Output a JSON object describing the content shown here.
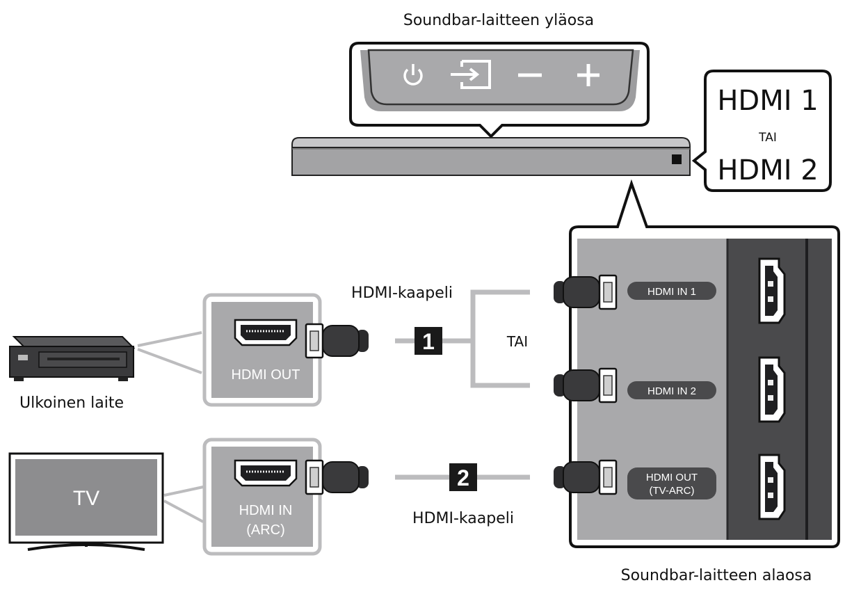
{
  "top_title": "Soundbar-laitteen yläosa",
  "bottom_title": "Soundbar-laitteen alaosa",
  "hdmi_callout": {
    "line1": "HDMI 1",
    "or": "TAI",
    "line2": "HDMI 2"
  },
  "soundbar_buttons": [
    "power-icon",
    "source-icon",
    "minus-icon",
    "plus-icon"
  ],
  "external_device": {
    "caption": "Ulkoinen laite",
    "port": "HDMI OUT"
  },
  "tv": {
    "screen": "TV",
    "port_line1": "HDMI IN",
    "port_line2": "(ARC)"
  },
  "connection1": {
    "number": "1",
    "cable_label": "HDMI-kaapeli",
    "or": "TAI"
  },
  "connection2": {
    "number": "2",
    "cable_label": "HDMI-kaapeli"
  },
  "soundbar_ports": {
    "in1": "HDMI IN 1",
    "in2": "HDMI IN 2",
    "out_line1": "HDMI OUT",
    "out_line2": "(TV-ARC)"
  },
  "colors": {
    "panel": "#a9a9ab",
    "dark_panel": "#4a4a4c",
    "cable": "#3c3c3e",
    "badge": "#1a1a1a"
  }
}
